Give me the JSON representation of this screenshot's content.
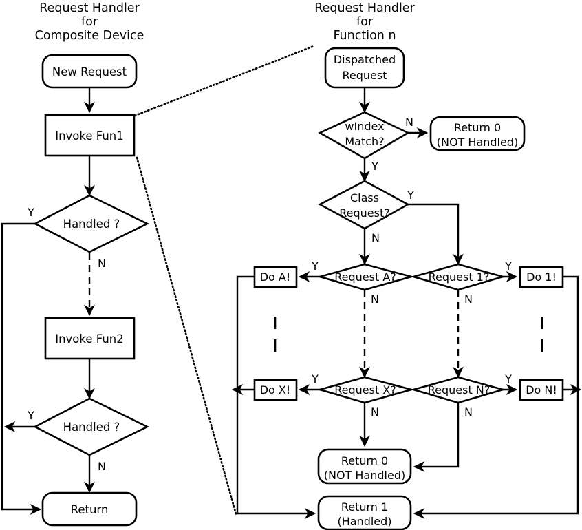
{
  "diagram": {
    "type": "flowchart",
    "title_left": {
      "line1": "Request Handler",
      "line2": "for",
      "line3": "Composite Device"
    },
    "title_right": {
      "line1": "Request Handler",
      "line2": "for",
      "line3": "Function n"
    },
    "left_flow": {
      "new_request": "New Request",
      "invoke_fun1": "Invoke Fun1",
      "handled_1": "Handled ?",
      "handled_1_yes": "Y",
      "handled_1_no": "N",
      "invoke_fun2": "Invoke Fun2",
      "handled_2": "Handled ?",
      "handled_2_yes": "Y",
      "handled_2_no": "N",
      "return": "Return"
    },
    "right_flow": {
      "dispatched_request_l1": "Dispatched",
      "dispatched_request_l2": "Request",
      "windex_match_l1": "wIndex",
      "windex_match_l2": "Match?",
      "windex_no": "N",
      "windex_yes": "Y",
      "return0_top_l1": "Return 0",
      "return0_top_l2": "(NOT Handled)",
      "class_request_l1": "Class",
      "class_request_l2": "Request?",
      "class_yes": "Y",
      "class_no": "N",
      "request_a": "Request A?",
      "request_a_yes": "Y",
      "request_a_no": "N",
      "do_a": "Do A!",
      "request_1": "Request 1?",
      "request_1_yes": "Y",
      "request_1_no": "N",
      "do_1": "Do 1!",
      "request_x": "Request X?",
      "request_x_yes": "Y",
      "request_x_no": "N",
      "do_x": "Do X!",
      "request_n": "Request N?",
      "request_n_yes": "Y",
      "request_n_no": "N",
      "do_n": "Do N!",
      "return0_bottom_l1": "Return 0",
      "return0_bottom_l2": "(NOT Handled)",
      "return1_l1": "Return 1",
      "return1_l2": "(Handled)"
    },
    "colors": {
      "stroke": "#000000",
      "fill": "#ffffff",
      "text": "#000000"
    }
  }
}
